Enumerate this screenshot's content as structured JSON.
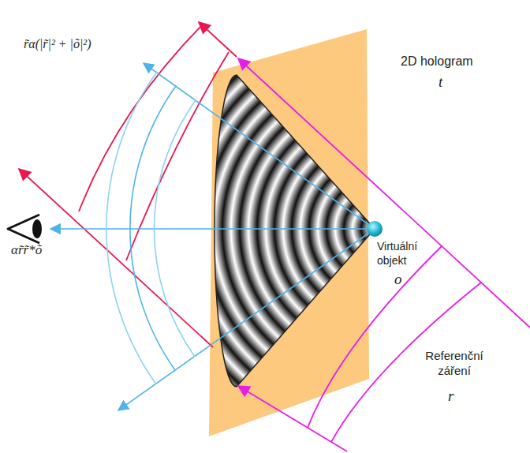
{
  "diagram": {
    "labels": [
      "r̃α(|r̃|² + |õ|²)",
      "2D hologram",
      "t",
      "Virtuální objekt",
      "o",
      "αr̃r̃*õ",
      "Referenční záření",
      "r"
    ]
  }
}
